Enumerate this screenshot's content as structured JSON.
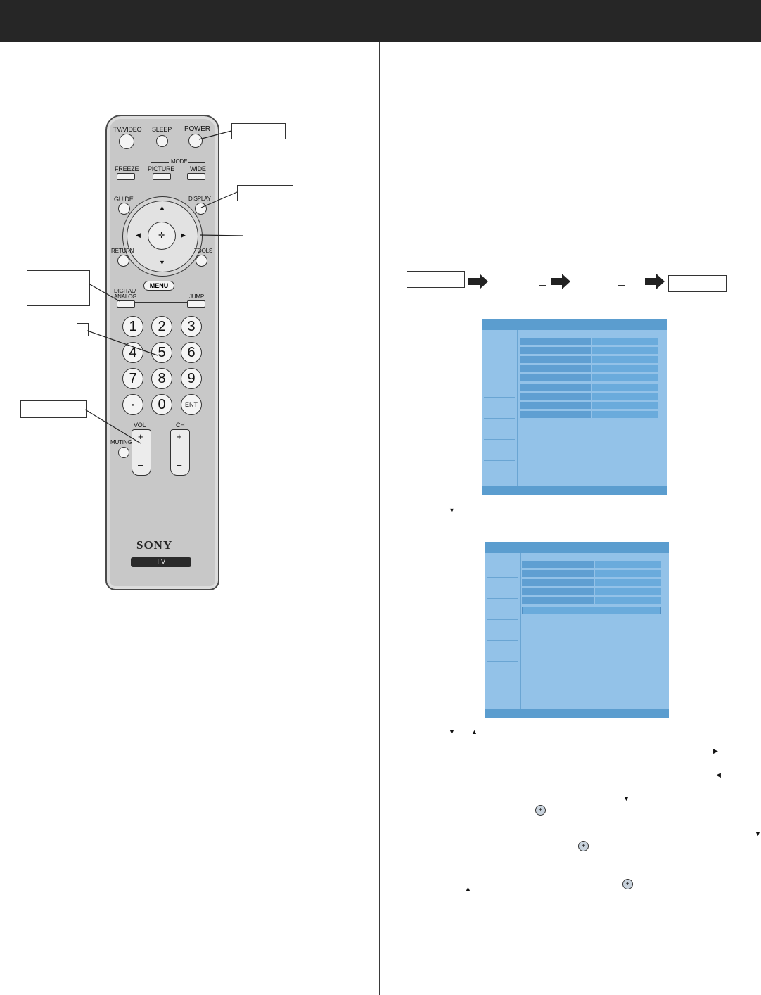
{
  "remote": {
    "top_labels": {
      "tv_video": "TV/VIDEO",
      "sleep": "SLEEP",
      "power": "POWER"
    },
    "mode_label": "MODE",
    "mode_labels": {
      "freeze": "FREEZE",
      "picture": "PICTURE",
      "wide": "WIDE"
    },
    "nav_labels": {
      "guide": "GUIDE",
      "display": "DISPLAY",
      "return": "RETURN",
      "tools": "TOOLS"
    },
    "menu_label": "MENU",
    "digital_analog": "DIGITAL/\nANALOG",
    "jump": "JUMP",
    "numbers": [
      "1",
      "2",
      "3",
      "4",
      "5",
      "6",
      "7",
      "8",
      "9",
      "·",
      "0",
      "ENT"
    ],
    "vol_label": "VOL",
    "ch_label": "CH",
    "muting_label": "MUTING",
    "plus": "+",
    "minus": "–",
    "brand": "SONY",
    "tv_badge": "TV"
  }
}
